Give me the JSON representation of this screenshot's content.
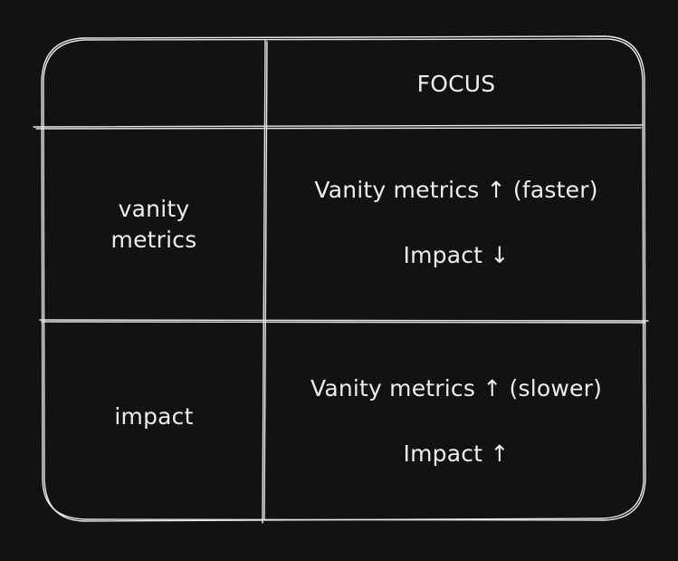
{
  "matrix": {
    "column_header": "FOCUS",
    "rows": [
      {
        "label_lines": [
          "vanity",
          "metrics"
        ],
        "cell_lines": [
          "Vanity metrics ↑ (faster)",
          "Impact ↓"
        ]
      },
      {
        "label_lines": [
          "impact"
        ],
        "cell_lines": [
          "Vanity metrics ↑ (slower)",
          "Impact ↑"
        ]
      }
    ]
  },
  "colors": {
    "background": "#121212",
    "stroke": "#e6e6e6",
    "text": "#ededed"
  }
}
